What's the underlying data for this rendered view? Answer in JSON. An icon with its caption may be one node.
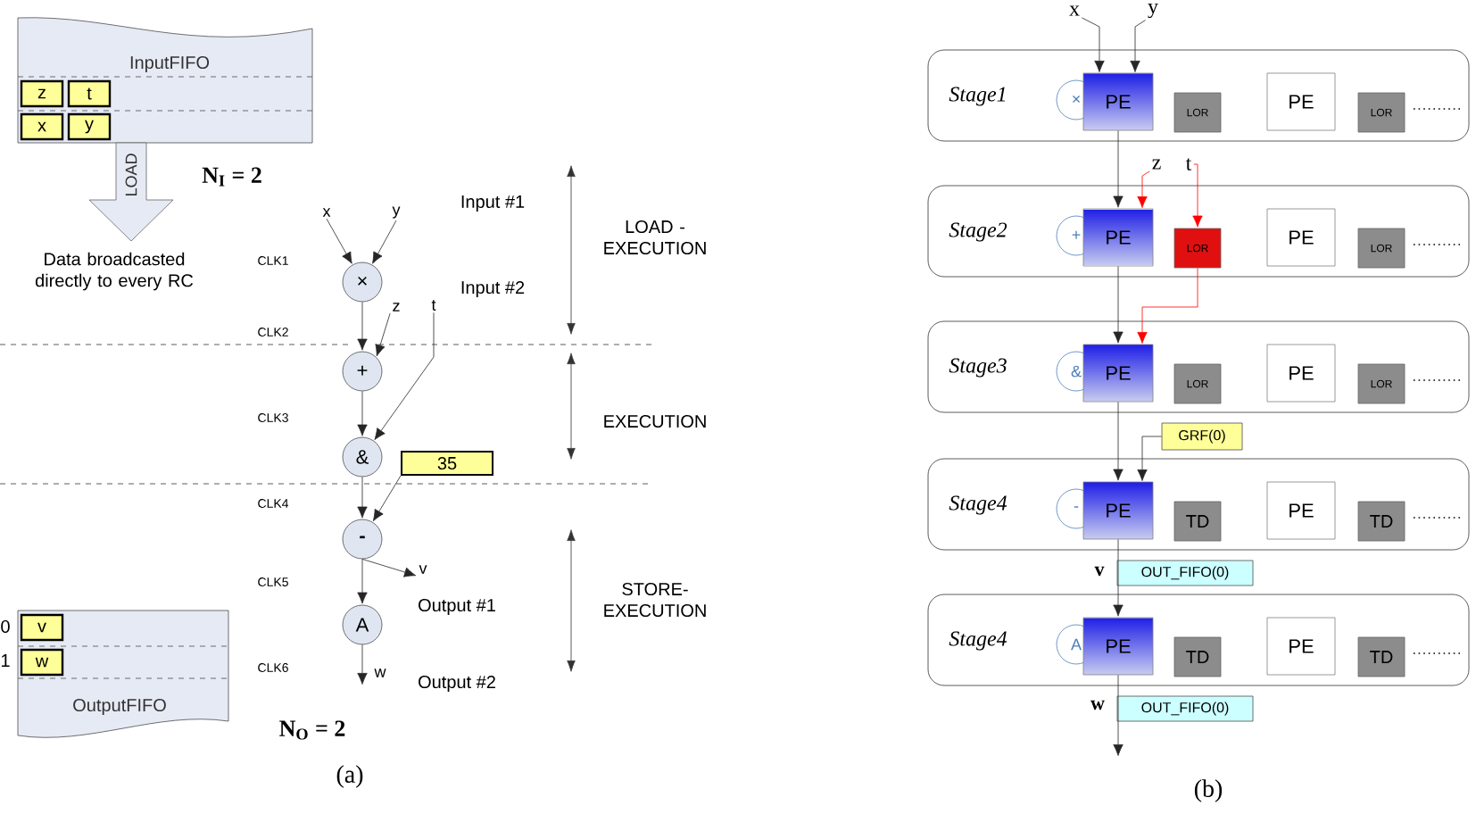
{
  "diagram": {
    "nodes": [
      {
        "text": [
          "InputFIFO"
        ]
      },
      {
        "text": [
          "z"
        ],
        "in": 0
      },
      {
        "text": [
          "t"
        ],
        "in": 0
      },
      {
        "text": [
          "x"
        ],
        "in": 0
      },
      {
        "text": [
          "y"
        ],
        "in": 0
      },
      {
        "text": [
          "LOAD"
        ],
        "beside": [
          "Data broadcasted directly to every RC"
        ]
      },
      {
        "text": [
          "OutputFIFO"
        ]
      },
      {
        "text": [
          "v"
        ],
        "in": 6
      },
      {
        "text": [
          "w"
        ],
        "in": 6
      },
      {
        "text": [
          "x"
        ]
      },
      {
        "text": [
          "y"
        ]
      },
      {
        "text": [
          "×"
        ]
      },
      {
        "text": [
          "z"
        ]
      },
      {
        "text": [
          "t"
        ]
      },
      {
        "text": [
          "+"
        ]
      },
      {
        "text": [
          "&"
        ]
      },
      {
        "text": [
          "35"
        ]
      },
      {
        "text": [
          "-"
        ]
      },
      {
        "text": [
          "A"
        ]
      },
      {
        "text": [
          "x"
        ]
      },
      {
        "text": [
          "y"
        ]
      },
      {
        "text": [
          "Stage1"
        ]
      },
      {
        "text": [
          "×"
        ],
        "in": 21
      },
      {
        "text": [
          "PE"
        ],
        "in": 21
      },
      {
        "text": [
          "LOR"
        ],
        "in": 21
      },
      {
        "text": [
          "PE"
        ],
        "in": 21
      },
      {
        "text": [
          "LOR"
        ],
        "in": 21
      },
      {
        "text": [
          "Stage2"
        ]
      },
      {
        "text": [
          "+"
        ],
        "in": 27
      },
      {
        "text": [
          "PE"
        ],
        "in": 27
      },
      {
        "text": [
          "LOR"
        ],
        "in": 27
      },
      {
        "text": [
          "PE"
        ],
        "in": 27
      },
      {
        "text": [
          "LOR"
        ],
        "in": 27
      },
      {
        "text": [
          "Stage3"
        ]
      },
      {
        "text": [
          "&"
        ],
        "in": 33
      },
      {
        "text": [
          "PE"
        ],
        "in": 33
      },
      {
        "text": [
          "LOR"
        ],
        "in": 33
      },
      {
        "text": [
          "PE"
        ],
        "in": 33
      },
      {
        "text": [
          "LOR"
        ],
        "in": 33
      },
      {
        "text": [
          "Stage4"
        ]
      },
      {
        "text": [
          "-"
        ],
        "in": 39
      },
      {
        "text": [
          "PE"
        ],
        "in": 39
      },
      {
        "text": [
          "TD"
        ],
        "in": 39
      },
      {
        "text": [
          "PE"
        ],
        "in": 39
      },
      {
        "text": [
          "TD"
        ],
        "in": 39
      },
      {
        "text": [
          "Stage4"
        ]
      },
      {
        "text": [
          "A"
        ],
        "in": 45
      },
      {
        "text": [
          "PE"
        ],
        "in": 45
      },
      {
        "text": [
          "TD"
        ],
        "in": 45
      },
      {
        "text": [
          "PE"
        ],
        "in": 45
      },
      {
        "text": [
          "TD"
        ],
        "in": 45
      },
      {
        "text": [
          "z"
        ]
      },
      {
        "text": [
          "t"
        ]
      },
      {
        "text": [
          "GRF(0)"
        ]
      },
      {
        "text": [
          "OUT_FIFO(0)"
        ]
      },
      {
        "text": [
          "OUT_FIFO(0)"
        ]
      },
      {
        "text": [
          "v"
        ]
      }
    ],
    "edges": [
      {
        "from": 9,
        "to": 11,
        "arrow": "to"
      },
      {
        "from": 10,
        "to": 11,
        "arrow": "to"
      },
      {
        "from": 11,
        "to": 14,
        "arrow": "to"
      },
      {
        "from": 12,
        "to": 14,
        "arrow": "to"
      },
      {
        "from": 14,
        "to": 15,
        "arrow": "to"
      },
      {
        "from": 13,
        "to": 15,
        "arrow": "to"
      },
      {
        "from": 15,
        "to": 17,
        "arrow": "to"
      },
      {
        "from": 16,
        "to": 17,
        "arrow": "to"
      },
      {
        "from": 17,
        "to": 18,
        "arrow": "to"
      },
      {
        "from": 17,
        "to": 56,
        "arrow": "to"
      },
      {
        "from": 18,
        "to": null,
        "arrow": "to",
        "label": "w"
      },
      {
        "from": 19,
        "to": 23,
        "arrow": "to"
      },
      {
        "from": 20,
        "to": 23,
        "arrow": "to"
      },
      {
        "from": 23,
        "to": 29,
        "arrow": "to"
      },
      {
        "from": 51,
        "to": 29,
        "arrow": "to",
        "color": "#ff0000"
      },
      {
        "from": 52,
        "to": 30,
        "arrow": "to",
        "color": "#ff0000"
      },
      {
        "from": 30,
        "to": 35,
        "arrow": "to",
        "color": "#ff0000"
      },
      {
        "from": 29,
        "to": 35,
        "arrow": "to"
      },
      {
        "from": 35,
        "to": 41,
        "arrow": "to"
      },
      {
        "from": 53,
        "to": 41,
        "arrow": "to"
      },
      {
        "from": 41,
        "to": 47,
        "arrow": "to",
        "label": "v"
      },
      {
        "from": 47,
        "to": null,
        "arrow": "to",
        "label": "w"
      }
    ],
    "labels": [
      "N$_{I}$ = 2",
      "Input #1",
      "LOAD - EXECUTION",
      "CLK1",
      "Input #2",
      "CLK2",
      "CLK3",
      "EXECUTION",
      "CLK4",
      "CLK5",
      "STORE- EXECUTION",
      "Output #1",
      "0",
      "1",
      "CLK6",
      "Output #2",
      "N$_{O}$ = 2",
      "(a)",
      "(b)"
    ]
  }
}
